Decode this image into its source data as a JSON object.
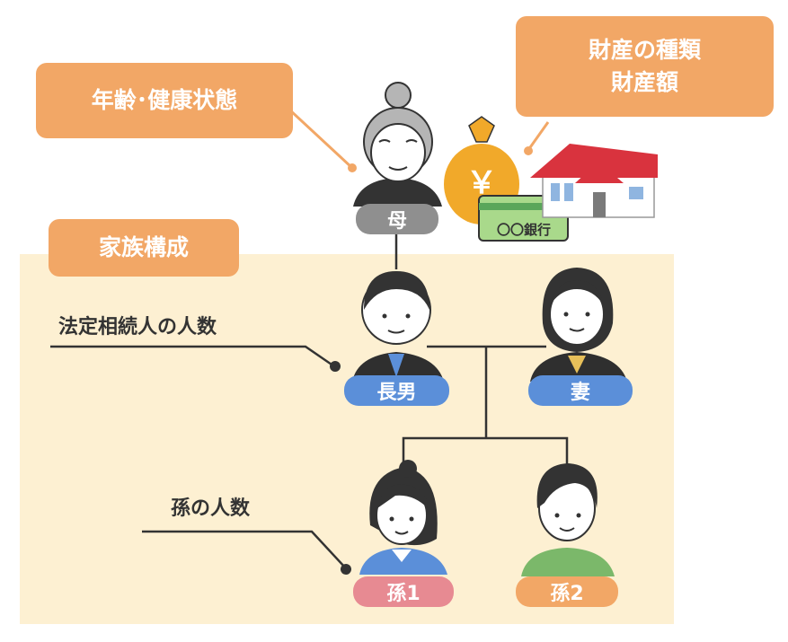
{
  "callouts": {
    "age_health": "年齢･健康状態",
    "assets": "財産の種類\n財産額",
    "family": "家族構成"
  },
  "labels": {
    "heirs_count": "法定相続人の人数",
    "grandchildren_count": "孫の人数"
  },
  "people": {
    "mother": "母",
    "eldest_son": "長男",
    "wife": "妻",
    "grandchild1": "孫1",
    "grandchild2": "孫2"
  },
  "assets": {
    "money_symbol": "￥",
    "bank_text": "〇〇銀行"
  },
  "colors": {
    "callout": "#f2a766",
    "family_bg": "#fdf0d2",
    "badge_mother": "#8f8f8f",
    "badge_blue": "#5b8fd9",
    "badge_pink": "#e78a92",
    "badge_orange": "#f2a766"
  }
}
